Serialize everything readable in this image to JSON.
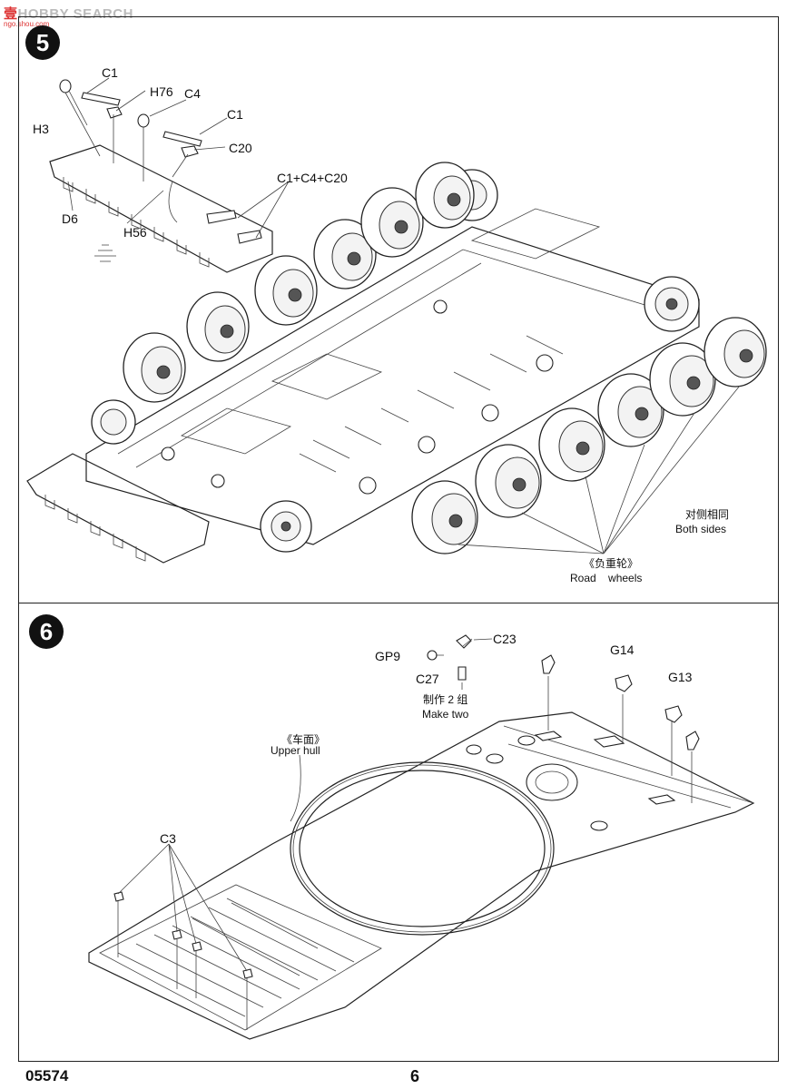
{
  "watermark": {
    "site": "HOBBY SEARCH",
    "url": "ngo.shou.com"
  },
  "step5": {
    "number": "5",
    "labels": {
      "c1_a": "C1",
      "h76": "H76",
      "c4": "C4",
      "c1_b": "C1",
      "h3": "H3",
      "c20": "C20",
      "combo": "C1+C4+C20",
      "d6": "D6",
      "h56": "H56"
    },
    "both_sides_cn": "对侧相同",
    "both_sides_en": "Both sides",
    "road_wheels_cn": "《负重轮》",
    "road_wheels_en": "Road    wheels"
  },
  "step6": {
    "number": "6",
    "labels": {
      "c23": "C23",
      "gp9": "GP9",
      "c27": "C27",
      "g14": "G14",
      "g13": "G13",
      "c3": "C3"
    },
    "make_two_cn": "制作 2 组",
    "make_two_en": "Make two",
    "upper_hull_cn": "《车面》",
    "upper_hull_en": "Upper hull"
  },
  "footer": {
    "code": "05574",
    "page": "6"
  }
}
